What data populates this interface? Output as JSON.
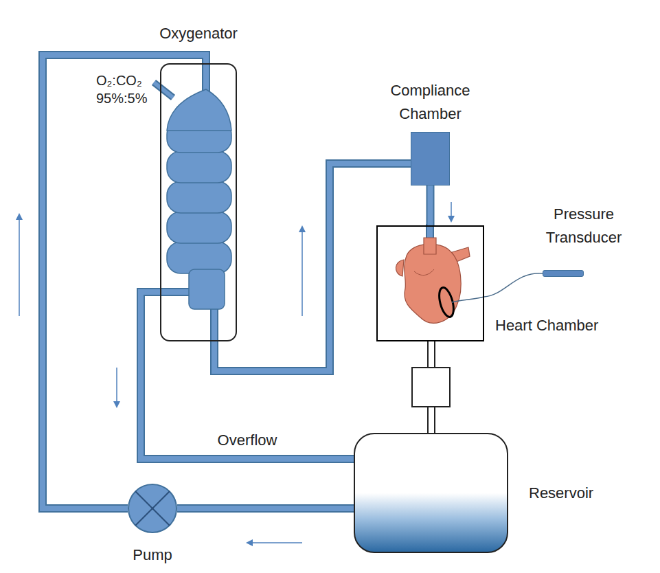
{
  "diagram": {
    "nodes": [
      {
        "text": [
          "Oxygenator"
        ]
      },
      {
        "text": [
          "Compliance Chamber"
        ]
      },
      {
        "text": [
          "Heart Chamber"
        ]
      },
      {
        "text": [
          "Pressure Transducer"
        ]
      },
      {
        "text": [
          "Reservoir"
        ]
      },
      {
        "text": [
          "Pump"
        ]
      }
    ],
    "edges": [
      {
        "from": 5,
        "to": 0,
        "arrow": "none"
      },
      {
        "from": 0,
        "to": 1,
        "arrow": "none"
      },
      {
        "from": 1,
        "to": 2,
        "arrow": "none"
      },
      {
        "from": 2,
        "to": 4,
        "arrow": "none"
      },
      {
        "from": 4,
        "to": 5,
        "arrow": "none"
      },
      {
        "from": 0,
        "to": 4,
        "label": "Overflow",
        "arrow": "none"
      },
      {
        "from": 3,
        "to": 2,
        "arrow": "none"
      }
    ],
    "labels": [
      "O₂:CO₂ 95%:5%"
    ]
  }
}
